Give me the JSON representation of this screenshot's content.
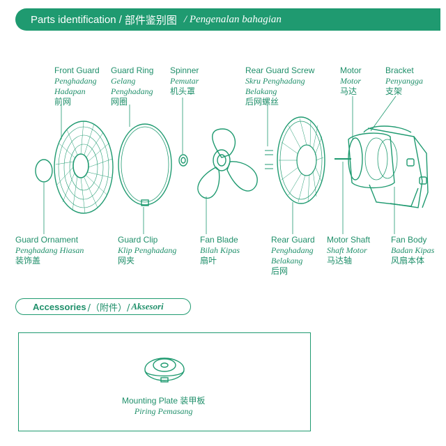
{
  "header": {
    "title_en": "Parts identification /",
    "title_zh": "部件鉴别图",
    "title_ms": "/ Pengenalan bahagian"
  },
  "parts": {
    "front_guard": {
      "en": "Front Guard",
      "ms1": "Penghadang",
      "ms2": "Hadapan",
      "zh": "前网"
    },
    "guard_ring": {
      "en": "Guard Ring",
      "ms1": "Gelang",
      "ms2": "Penghadang",
      "zh": "网圈"
    },
    "spinner": {
      "en": "Spinner",
      "ms1": "Pemutar",
      "zh": "机头罩"
    },
    "rear_guard_screw": {
      "en": "Rear Guard Screw",
      "ms1": "Skru Penghadang",
      "ms2": "Belakang",
      "zh": "后网螺丝"
    },
    "motor": {
      "en": "Motor",
      "ms1": "Motor",
      "zh": "马达"
    },
    "bracket": {
      "en": "Bracket",
      "ms1": "Penyangga",
      "zh": "支架"
    },
    "guard_ornament": {
      "en": "Guard Ornament",
      "ms1": "Penghadang Hiasan",
      "zh": "装饰盖"
    },
    "guard_clip": {
      "en": "Guard Clip",
      "ms1": "Klip Penghadang",
      "zh": "网夹"
    },
    "fan_blade": {
      "en": "Fan Blade",
      "ms1": "Bilah Kipas",
      "zh": "扇叶"
    },
    "rear_guard": {
      "en": "Rear Guard",
      "ms1": "Penghadang",
      "ms2": "Belakang",
      "zh": "后网"
    },
    "motor_shaft": {
      "en": "Motor Shaft",
      "ms1": "Shaft Motor",
      "zh": "马达轴"
    },
    "fan_body": {
      "en": "Fan Body",
      "ms1": "Badan Kipas",
      "zh": "风扇本体"
    }
  },
  "accessories": {
    "en": "Accessories",
    "zh": "/（附件）/",
    "ms": "Aksesori",
    "mounting_plate_en": "Mounting Plate 装甲板",
    "mounting_plate_ms": "Piring Pemasang"
  },
  "colors": {
    "accent": "#1f9a70",
    "text": "#1f8f6a"
  }
}
